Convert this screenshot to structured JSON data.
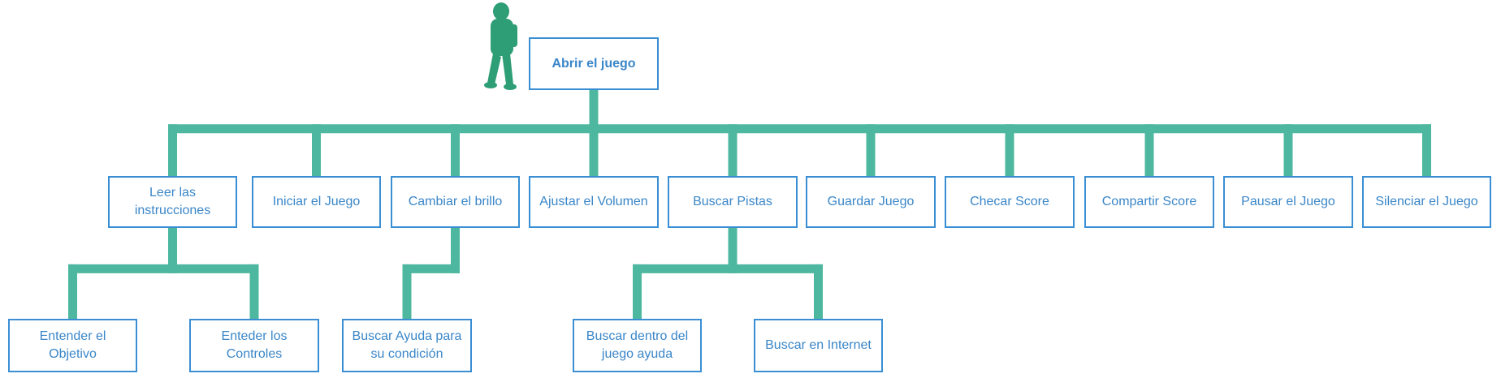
{
  "colors": {
    "box_border": "#3a8fd4",
    "box_text": "#3a86c8",
    "connector": "#4db89f",
    "figure": "#2e9e77"
  },
  "icons": {
    "figure": "walking-person-icon"
  },
  "nodes": {
    "root": "Abrir el juego",
    "leer_instrucciones": "Leer las\ninstrucciones",
    "iniciar_juego": "Iniciar el Juego",
    "cambiar_brillo": "Cambiar el brillo",
    "ajustar_volumen": "Ajustar el Volumen",
    "buscar_pistas": "Buscar Pistas",
    "guardar_juego": "Guardar Juego",
    "checar_score": "Checar Score",
    "compartir_score": "Compartir Score",
    "pausar_juego": "Pausar el Juego",
    "silenciar_juego": "Silenciar el Juego",
    "entender_objetivo": "Entender el\nObjetivo",
    "enteder_controles": "Enteder los\nControles",
    "buscar_ayuda_condicion": "Buscar Ayuda para\nsu condición",
    "buscar_dentro_juego": "Buscar dentro del\njuego ayuda",
    "buscar_internet": "Buscar en Internet"
  }
}
